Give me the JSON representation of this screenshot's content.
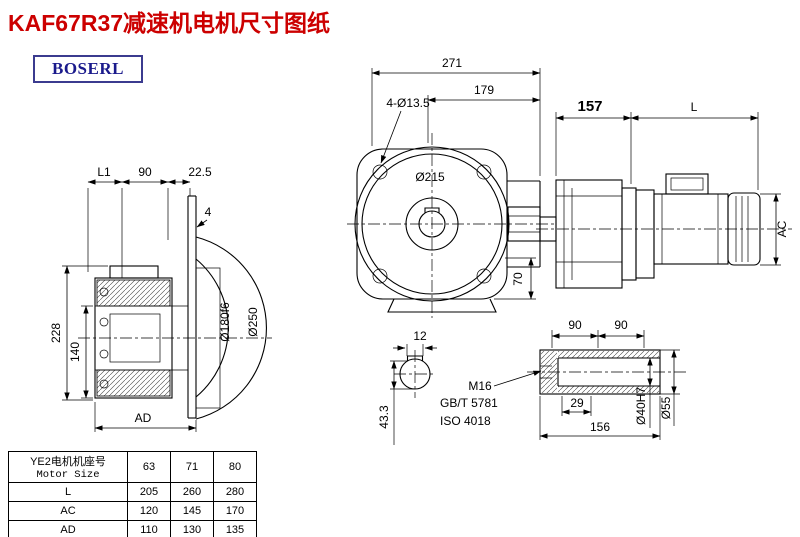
{
  "page": {
    "title": "KAF67R37减速机电机尺寸图纸",
    "logo": "BOSERL",
    "title_color": "#cc0000"
  },
  "dims": {
    "front_total_width": "271",
    "front_upper_width": "179",
    "front_holes": "4-Ø13.5",
    "front_flange_dia": "Ø215",
    "front_foot": "70",
    "motor_gear_len": "157",
    "motor_len": "L",
    "motor_ac": "AC",
    "left_l1": "L1",
    "left_90": "90",
    "left_22_5": "22.5",
    "left_4": "4",
    "left_228": "228",
    "left_140": "140",
    "left_ad": "AD",
    "left_spigot": "Ø180f6",
    "left_flange": "Ø250",
    "key_width": "12",
    "key_height": "43.3",
    "shaft_90a": "90",
    "shaft_90b": "90",
    "shaft_thread": "M16",
    "shaft_std1": "GB/T 5781",
    "shaft_std2": "ISO 4018",
    "shaft_29": "29",
    "shaft_156": "156",
    "shaft_bore": "Ø40H7",
    "shaft_hub": "Ø55"
  },
  "table": {
    "header_cn": "YE2电机机座号",
    "header_en": "Motor Size",
    "sizes": [
      "63",
      "71",
      "80"
    ],
    "rows": [
      {
        "label": "L",
        "values": [
          "205",
          "260",
          "280"
        ]
      },
      {
        "label": "AC",
        "values": [
          "120",
          "145",
          "170"
        ]
      },
      {
        "label": "AD",
        "values": [
          "110",
          "130",
          "135"
        ]
      }
    ]
  }
}
